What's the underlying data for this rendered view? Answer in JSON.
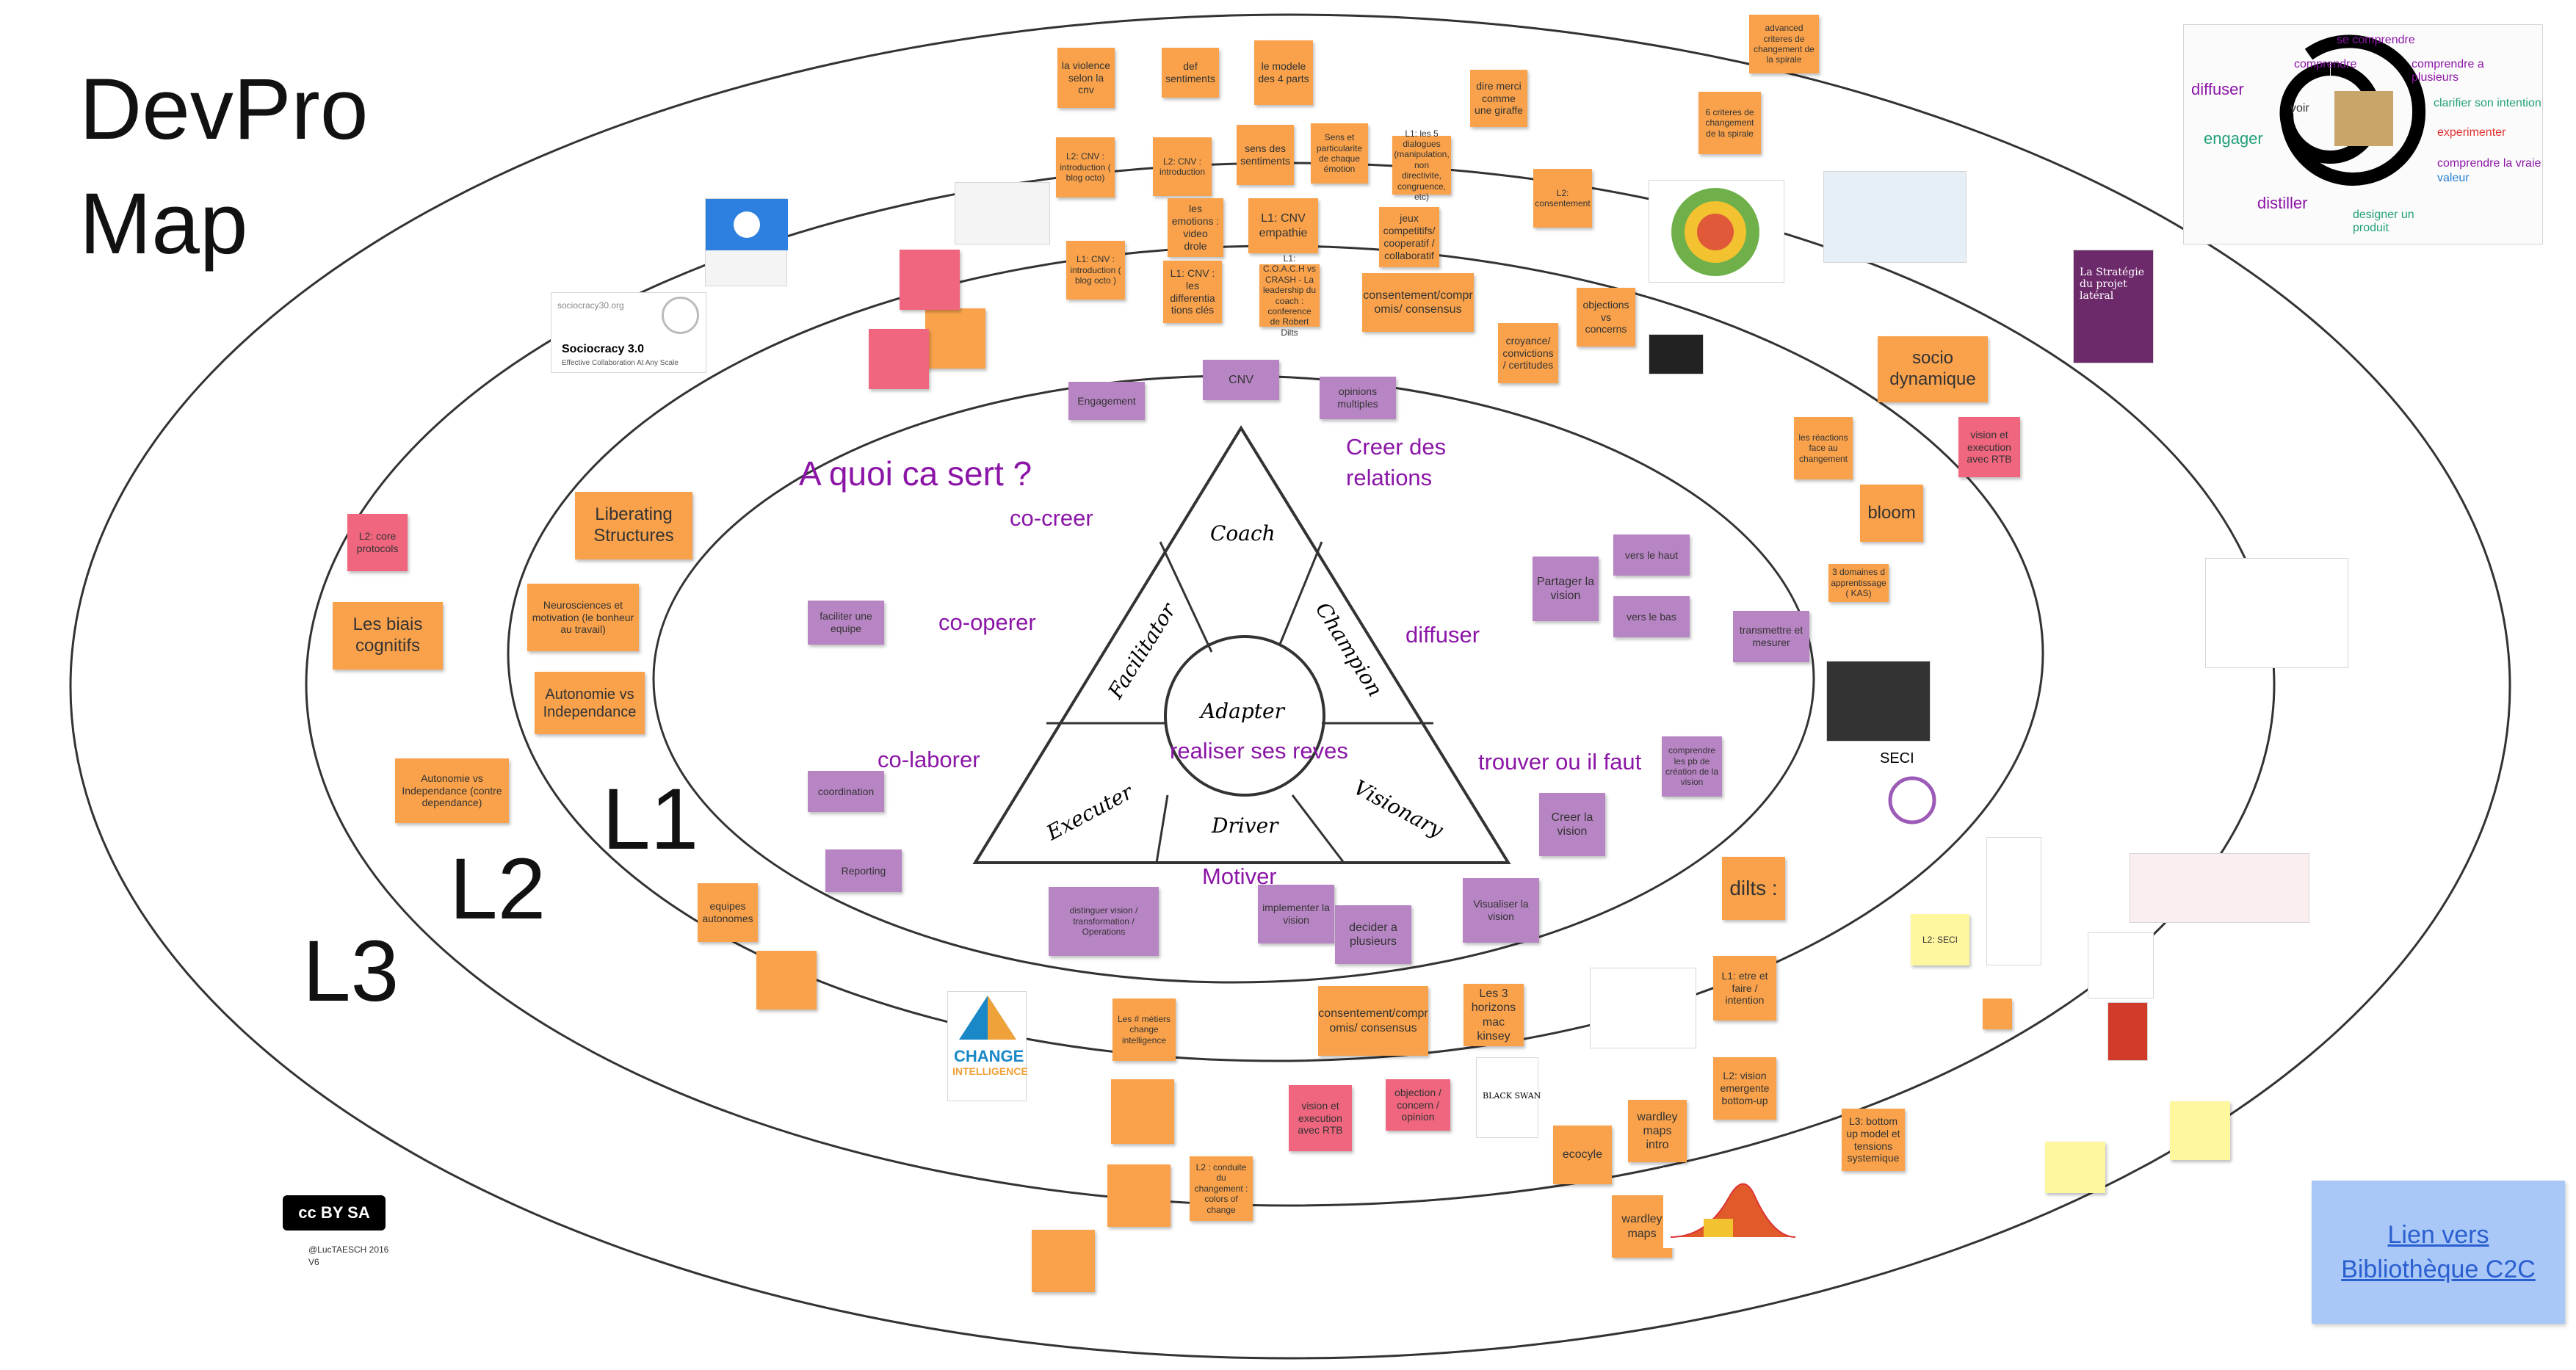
{
  "title_line1": "DevPro",
  "title_line2": "Map",
  "levels": {
    "l1": "L1",
    "l2": "L2",
    "l3": "L3"
  },
  "triangle": {
    "top": "Coach",
    "left": "Facilitator",
    "right": "Champion",
    "bottom_left": "Executer",
    "bottom_middle": "Driver",
    "bottom_right": "Visionary",
    "center": "Adapter"
  },
  "purple_labels": {
    "question": "A quoi ca sert ?",
    "co_creer": "co-creer",
    "co_operer": "co-operer",
    "co_laborer": "co-laborer",
    "creer_relations": "Creer des relations",
    "diffuser": "diffuser",
    "trouver": "trouver ou il faut",
    "realiser": "realiser ses reves",
    "motiver": "Motiver"
  },
  "stickies": {
    "engagement": "Engagement",
    "cnv": "CNV",
    "opinions": "opinions multiples",
    "faciliter": "faciliter une equipe",
    "coordination": "coordination",
    "reporting": "Reporting",
    "distinguer": "distinguer vision / transformation / Operations",
    "implementer": "implementer la vision",
    "decider": "decider a plusieurs",
    "visualiser": "Visualiser la vision",
    "partager": "Partager la vision",
    "vers_haut": "vers le haut",
    "vers_bas": "vers le bas",
    "transmettre": "transmettre et mesurer",
    "comprendre_pb": "comprendre les pb de création de la vision",
    "creer_vision": "Creer la vision",
    "liberating": "Liberating Structures",
    "neurosciences": "Neurosciences et motivation (le bonheur au travail)",
    "autonomie_vs": "Autonomie vs Independance",
    "l2_core": "L2: core protocols",
    "biais": "Les biais cognitifs",
    "autonomie_contre": "Autonomie vs Independance (contre dependance)",
    "equipes": "equipes autonomes",
    "violence": "la violence selon la cnv",
    "def_sentiments": "def sentiments",
    "modele": "le modele des 4 parts",
    "dire_merci": "dire merci comme une giraffe",
    "l2_cnv_intro_blog": "L2: CNV : introduction ( blog octo)",
    "l2_cnv_intro": "L2: CNV : introduction",
    "sens_sentiments": "sens des sentiments",
    "sens_particularite": "Sens et particularite de chaque émotion",
    "l1_5_dialogues": "L1: les 5 dialogues (manipulation, non directivite, congruence, etc)",
    "emotions_video": "les emotions : video drole",
    "l1_cnv_empathie": "L1: CNV empathie",
    "jeux": "jeux competitifs/ cooperatif / collaboratif",
    "l1_cnv_intro_blog": "L1: CNV : introduction ( blog octo )",
    "l1_cnv_differentiations": "L1: CNV : les differentia tions clés",
    "l1_coach": "L1: C.O.A.C.H vs CRASH - La leadership du coach : conference de Robert Dilts",
    "consentement_top": "consentement/compr omis/ consensus",
    "criteres_changement": "advanced criteres de changement de la spirale",
    "six_criteres": "6 criteres de changement de la spirale",
    "l2_consentement": "L2: consentement",
    "croyances": "croyance/ convictions / certitudes",
    "objections": "objections vs concerns",
    "socio": "socio dynamique",
    "reactions": "les réactions face au changement",
    "vision_rtb_right": "vision et execution avec RTB",
    "bloom": "bloom",
    "trois_domaines": "3 domaines d apprentissage ( KAS)",
    "dilts": "dilts :",
    "l1_etre": "L1: etre et faire / intention",
    "l2_vision": "L2: vision emergente bottom-up",
    "l3_bottom": "L3: bottom up model et tensions systemique",
    "wardley_intro": "wardley maps intro",
    "ecocyle": "ecocyle",
    "wardley_maps": "wardley maps",
    "metiers": "Les # métiers change intelligence",
    "consentement_bottom": "consentement/compr omis/ consensus",
    "horizons": "Les 3 horizons mac kinsey",
    "vision_rtb_bottom": "vision et execution avec RTB",
    "objection_concern": "objection / concern / opinion",
    "l2_conduite": "L2 : conduite du changement : colors of change",
    "l2_seci": "L2: SECI"
  },
  "labels": {
    "seci": "SECI",
    "sociocracy_title": "Sociocracy 3.0",
    "sociocracy_sub": "Effective Collaboration At Any Scale",
    "sociocracy_url": "sociocracy30.org",
    "change_title": "CHANGE",
    "change_sub": "INTELLIGENCE",
    "strategie_title": "La Stratégie du projet latéral",
    "black_swan": "BLACK SWAN",
    "copyright": "@LucTAESCH 2016",
    "version": "V6",
    "cc_text": "cc BY SA"
  },
  "spiral": {
    "center_word": "voir",
    "words": [
      {
        "text": "se comprendre",
        "color": "#8b15a6"
      },
      {
        "text": "comprendre",
        "color": "#8b15a6"
      },
      {
        "text": "comprendre a plusieurs",
        "color": "#8b15a6"
      },
      {
        "text": "diffuser",
        "color": "#8b15a6"
      },
      {
        "text": "clarifier son intention",
        "color": "#22a07a"
      },
      {
        "text": "engager",
        "color": "#22a07a"
      },
      {
        "text": "experimenter",
        "color": "#e03030"
      },
      {
        "text": "comprendre la vraie",
        "color": "#8b15a6"
      },
      {
        "text": "valeur",
        "color": "#2a7fd0"
      },
      {
        "text": "distiller",
        "color": "#8b15a6"
      },
      {
        "text": "designer un produit",
        "color": "#22a07a"
      }
    ]
  },
  "link": {
    "line1": "Lien vers ",
    "line2": "Bibliothèque C2C",
    "color": "#2a5fd0"
  },
  "colors": {
    "orange": "#f9a24b",
    "purple": "#b885c4",
    "pink": "#f0667f",
    "yellow": "#fff6a0",
    "purple_text": "#8b15a6"
  }
}
